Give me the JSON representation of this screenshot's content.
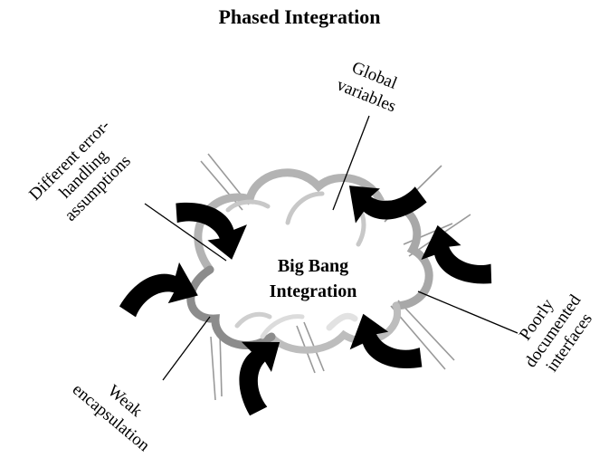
{
  "title": "Phased Integration",
  "center": {
    "line1": "Big Bang",
    "line2": "Integration"
  },
  "labels": {
    "global": [
      "Global",
      "variables"
    ],
    "error": [
      "Different error-",
      "handling",
      "assumptions"
    ],
    "interfaces": [
      "Poorly",
      "documented",
      "interfaces"
    ],
    "encapsulation": [
      "Weak",
      "encapsulation"
    ]
  }
}
